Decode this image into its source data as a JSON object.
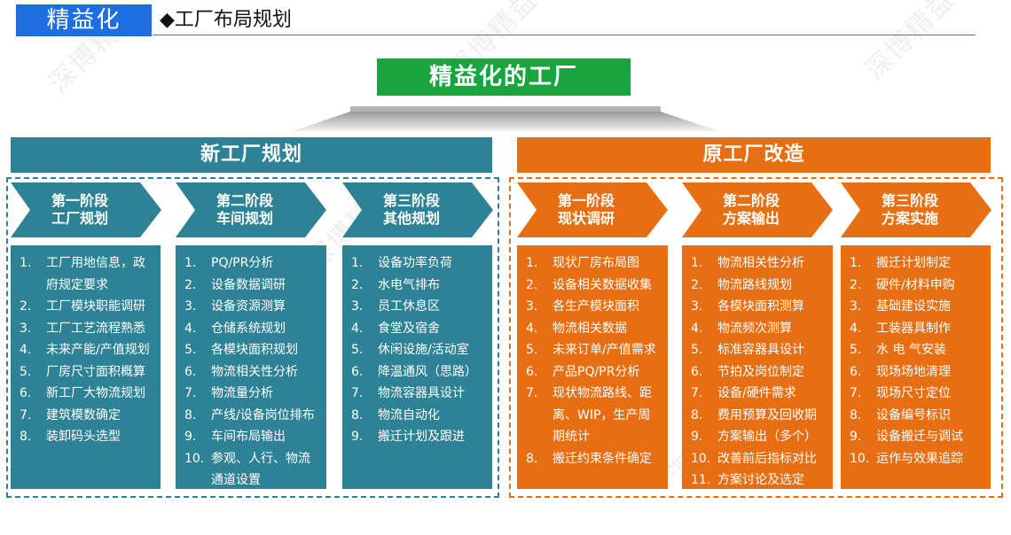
{
  "header": {
    "badge": "精益化",
    "subtitle": "◆工厂布局规划"
  },
  "watermark": "深博精益",
  "main_title": "精益化的工厂",
  "sections": [
    {
      "title": "新工厂规划",
      "phases": [
        {
          "line1": "第一阶段",
          "line2": "工厂规划",
          "items": [
            {
              "num": "1.",
              "text": "工厂用地信息，政府规定要求"
            },
            {
              "num": "2.",
              "text": "工厂模块职能调研"
            },
            {
              "num": "3.",
              "text": "工厂工艺流程熟悉"
            },
            {
              "num": "4.",
              "text": "未来产能/产值规划"
            },
            {
              "num": "5.",
              "text": "厂房尺寸面积概算"
            },
            {
              "num": "6.",
              "text": "新工厂大物流规划"
            },
            {
              "num": "7.",
              "text": "建筑模数确定"
            },
            {
              "num": "8.",
              "text": "装卸码头选型"
            }
          ]
        },
        {
          "line1": "第二阶段",
          "line2": "车间规划",
          "items": [
            {
              "num": "1.",
              "text": "PQ/PR分析"
            },
            {
              "num": "2.",
              "text": "设备数据调研"
            },
            {
              "num": "3.",
              "text": "设备资源测算"
            },
            {
              "num": "4.",
              "text": "仓储系统规划"
            },
            {
              "num": "5.",
              "text": "各模块面积规划"
            },
            {
              "num": "6.",
              "text": "物流相关性分析"
            },
            {
              "num": "7.",
              "text": "物流量分析"
            },
            {
              "num": "8.",
              "text": "产线/设备岗位排布"
            },
            {
              "num": "9.",
              "text": "车间布局输出"
            },
            {
              "num": "10.",
              "text": "参观、人行、物流通道设置"
            }
          ]
        },
        {
          "line1": "第三阶段",
          "line2": "其他规划",
          "items": [
            {
              "num": "1.",
              "text": "设备功率负荷"
            },
            {
              "num": "2.",
              "text": "水电气排布"
            },
            {
              "num": "3.",
              "text": "员工休息区"
            },
            {
              "num": "4.",
              "text": "食堂及宿舍"
            },
            {
              "num": "5.",
              "text": "休闲设施/活动室"
            },
            {
              "num": "6.",
              "text": "降温通风（思路）"
            },
            {
              "num": "7.",
              "text": "物流容器具设计"
            },
            {
              "num": "8.",
              "text": "物流自动化"
            },
            {
              "num": "9.",
              "text": "搬迁计划及跟进"
            }
          ]
        }
      ]
    },
    {
      "title": "原工厂改造",
      "phases": [
        {
          "line1": "第一阶段",
          "line2": "现状调研",
          "items": [
            {
              "num": "1.",
              "text": "现状厂房布局图"
            },
            {
              "num": "2.",
              "text": "设备相关数据收集"
            },
            {
              "num": "3.",
              "text": "各生产模块面积"
            },
            {
              "num": "4.",
              "text": "物流相关数据"
            },
            {
              "num": "5.",
              "text": "未来订单/产值需求"
            },
            {
              "num": "6.",
              "text": "产品PQ/PR分析"
            },
            {
              "num": "7.",
              "text": "现状物流路线、距离、WIP，生产周期统计"
            },
            {
              "num": "8.",
              "text": "搬迁约束条件确定"
            }
          ]
        },
        {
          "line1": "第二阶段",
          "line2": "方案输出",
          "items": [
            {
              "num": "1.",
              "text": "物流相关性分析"
            },
            {
              "num": "2.",
              "text": "物流路线规划"
            },
            {
              "num": "3.",
              "text": "各模块面积测算"
            },
            {
              "num": "4.",
              "text": "物流频次测算"
            },
            {
              "num": "5.",
              "text": "标准容器具设计"
            },
            {
              "num": "6.",
              "text": "节拍及岗位制定"
            },
            {
              "num": "7.",
              "text": "设备/硬件需求"
            },
            {
              "num": "8.",
              "text": "费用预算及回收期"
            },
            {
              "num": "9.",
              "text": "方案输出（多个）"
            },
            {
              "num": "10.",
              "text": "改善前后指标对比"
            },
            {
              "num": "11.",
              "text": "方案讨论及选定"
            }
          ]
        },
        {
          "line1": "第三阶段",
          "line2": "方案实施",
          "items": [
            {
              "num": "1.",
              "text": "搬迁计划制定"
            },
            {
              "num": "2.",
              "text": "硬件/材料申购"
            },
            {
              "num": "3.",
              "text": "基础建设实施"
            },
            {
              "num": "4.",
              "text": "工装器具制作"
            },
            {
              "num": "5.",
              "text": "水 电 气安装"
            },
            {
              "num": "6.",
              "text": "现场场地清理"
            },
            {
              "num": "7.",
              "text": "现场尺寸定位"
            },
            {
              "num": "8.",
              "text": "设备编号标识"
            },
            {
              "num": "9.",
              "text": "设备搬迁与调试"
            },
            {
              "num": "10.",
              "text": "运作与效果追踪"
            }
          ]
        }
      ]
    }
  ]
}
